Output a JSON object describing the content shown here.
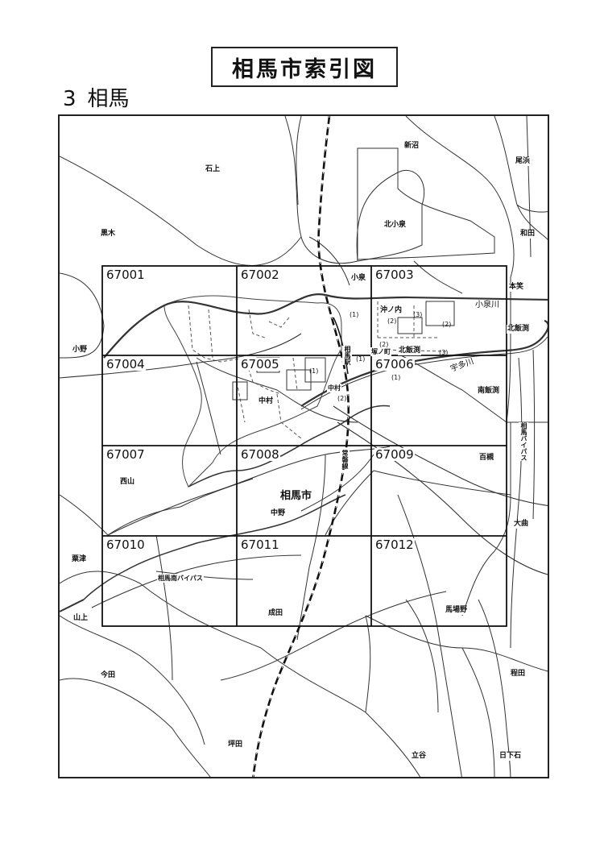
{
  "header": {
    "title": "相馬市索引図",
    "section_number": "3",
    "section_name": "相馬"
  },
  "grid_cells": [
    "67001",
    "67002",
    "67003",
    "67004",
    "67005",
    "67006",
    "67007",
    "67008",
    "67009",
    "67010",
    "67011",
    "67012"
  ],
  "places": {
    "ishigami": "石上",
    "niinuma": "新沼",
    "obama": "尾浜",
    "kitakoizumi": "北小泉",
    "kuroki": "黒木",
    "wada": "和田",
    "koizumi": "小泉",
    "motokasa": "本笑",
    "koizumigawa": "小泉川",
    "kitaiigafuchi_east": "北飯渕",
    "ono": "小野",
    "okinouchi": "沖ノ内",
    "soma_station": "相馬駅",
    "sakai": "塚ノ町",
    "kitaiigafuchi": "北飯渕",
    "tedagawa": "宇多川",
    "minamiiigafuchi": "南飯渕",
    "nakamura": "中村",
    "nakamura_small": "中村",
    "soma_bypass": "相馬バイパス",
    "nishiyama": "西山",
    "joban_line": "常磐線",
    "somashi": "相馬市",
    "hyakuyari": "百槻",
    "nakano": "中野",
    "omagari": "大曲",
    "awazu": "粟津",
    "soma_minami_bypass": "相馬南バイパス",
    "yamagami": "山上",
    "narita": "成田",
    "bajono": "馬場野",
    "imada": "今田",
    "hodota": "程田",
    "tsubota": "坪田",
    "tachiya": "立谷",
    "hikageishi": "日下石"
  },
  "sub_labels": {
    "p1a": "(1)",
    "p2a": "(2)",
    "p3a": "(3)",
    "p2b": "(2)",
    "p2c": "(2)",
    "p3b": "(3)",
    "p1b": "(1)",
    "p1c": "(1)",
    "p1d": "(1)",
    "p2d": "(2)"
  }
}
